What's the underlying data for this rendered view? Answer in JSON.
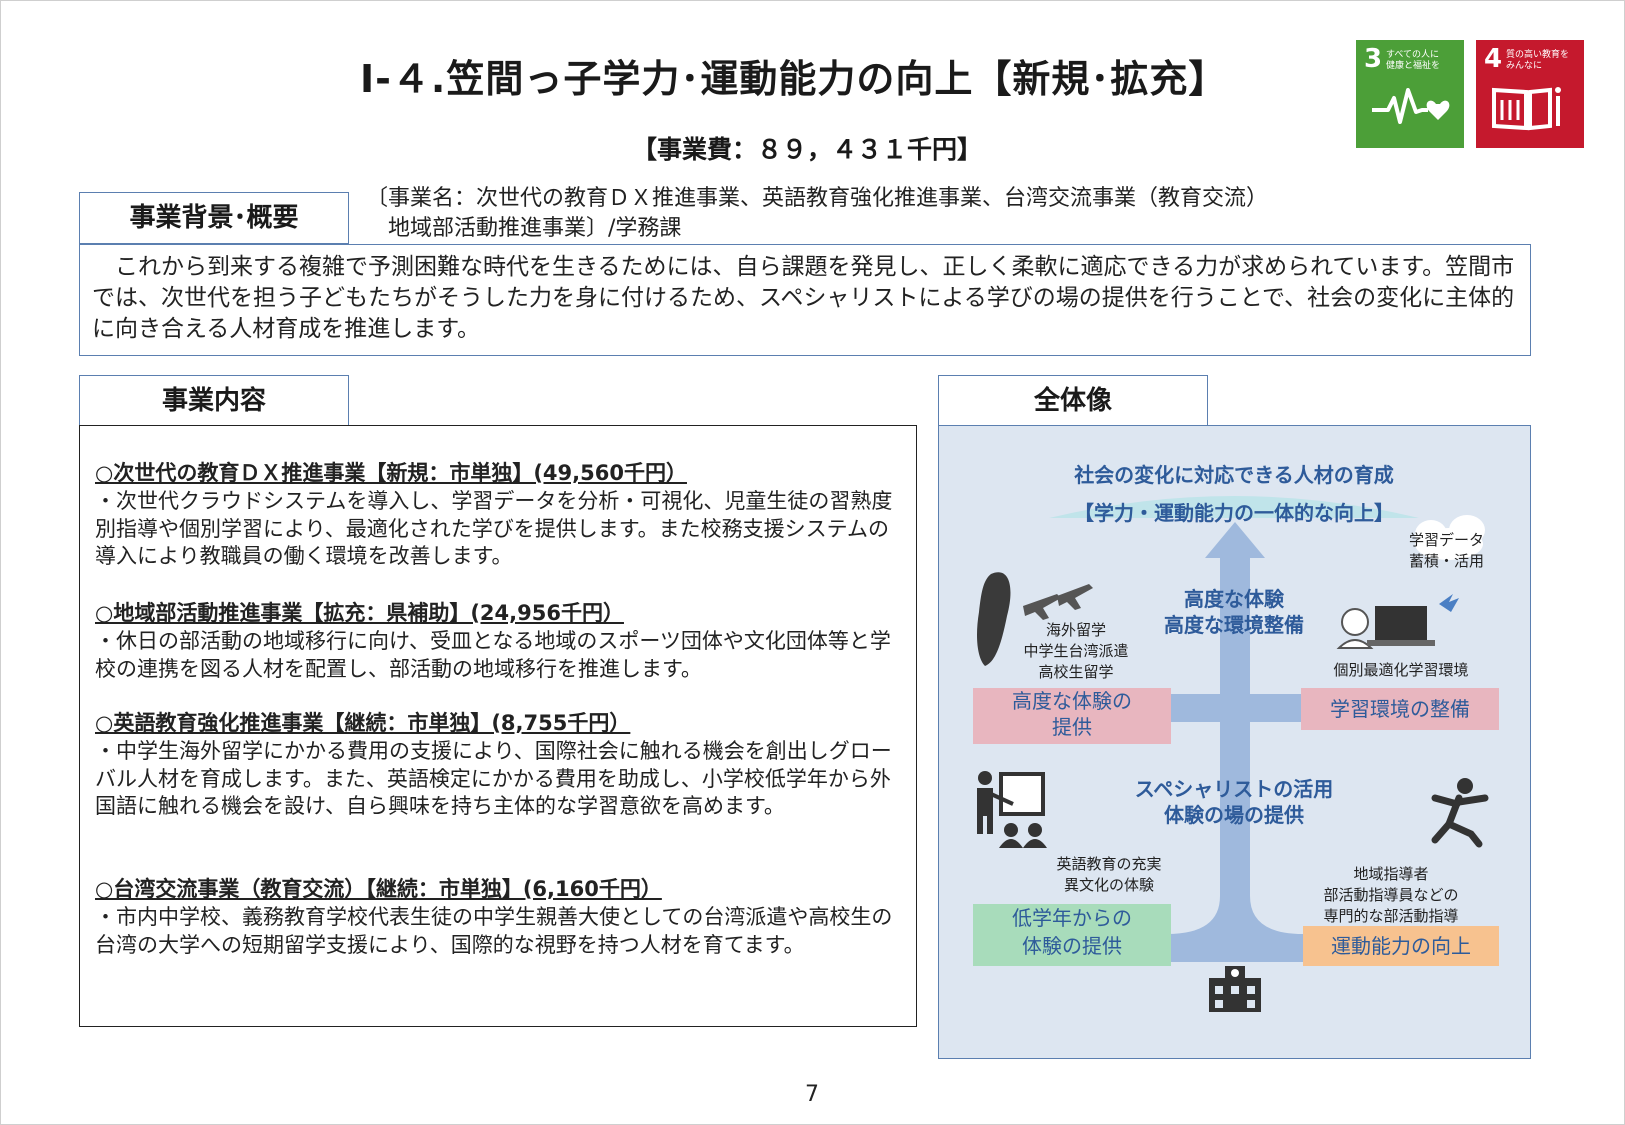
{
  "title": "Ⅰ-４.笠間っ子学力･運動能力の向上【新規･拡充】",
  "cost": "【事業費：８９，４３１千円】",
  "sdgs": [
    {
      "number": "3",
      "text": "すべての人に\n健康と福祉を",
      "icon": "heartbeat-icon",
      "color": "#4c9f38"
    },
    {
      "number": "4",
      "text": "質の高い教育を\nみんなに",
      "icon": "book-icon",
      "color": "#c5192d"
    }
  ],
  "background": {
    "tab": "事業背景･概要",
    "project_name_line1": "〔事業名：次世代の教育ＤＸ推進事業、英語教育強化推進事業、台湾交流事業（教育交流）",
    "project_name_line2": "　地域部活動推進事業〕/学務課",
    "text": "　これから到来する複雑で予測困難な時代を生きるためには、自ら課題を発見し、正しく柔軟に適応できる力が求められています。笠間市では、次世代を担う子どもたちがそうした力を身に付けるため、スペシャリストによる学びの場の提供を行うことで、社会の変化に主体的に向き合える人材育成を推進します。"
  },
  "content": {
    "tab": "事業内容",
    "items": [
      {
        "head": "○次世代の教育ＤＸ推進事業【新規：市単独】(49,560千円）",
        "body": "・次世代クラウドシステムを導入し、学習データを分析・可視化、児童生徒の習熟度別指導や個別学習により、最適化された学びを提供します。また校務支援システムの導入により教職員の働く環境を改善します。"
      },
      {
        "head": "○地域部活動推進事業【拡充：県補助】(24,956千円）",
        "body": "・休日の部活動の地域移行に向け、受皿となる地域のスポーツ団体や文化団体等と学校の連携を図る人材を配置し、部活動の地域移行を推進します。"
      },
      {
        "head": "○英語教育強化推進事業【継続：市単独】(8,755千円）",
        "body": "・中学生海外留学にかかる費用の支援により、国際社会に触れる機会を創出しグローバル人材を育成します。また、英語検定にかかる費用を助成し、小学校低学年から外国語に触れる機会を設け、自ら興味を持ち主体的な学習意欲を高めます。"
      },
      {
        "head": "○台湾交流事業（教育交流）【継続：市単独】(6,160千円）",
        "body": "・市内中学校、義務教育学校代表生徒の中学生親善大使としての台湾派遣や高校生の台湾の大学への短期留学支援により、国際的な視野を持つ人材を育てます。"
      }
    ]
  },
  "overview": {
    "tab": "全体像",
    "goal_line1": "社会の変化に対応できる人材の育成",
    "goal_line2": "【学力・運動能力の一体的な向上】",
    "middle_line1": "高度な体験",
    "middle_line2": "高度な環境整備",
    "lower_line1": "スペシャリストの活用",
    "lower_line2": "体験の場の提供",
    "cloud_text": "学習データ\n蓄積・活用",
    "abroad_text": "海外留学\n中学生台湾派遣\n高校生留学",
    "env_text": "個別最適化学習環境",
    "english_text": "英語教育の充実\n異文化の体験",
    "coach_text": "地域指導者\n部活動指導員などの\n専門的な部活動指導",
    "box_experience": "高度な体験の\n提供",
    "box_environment": "学習環境の整備",
    "box_early": "低学年からの\n体験の提供",
    "box_athletic": "運動能力の向上",
    "colors": {
      "pink": "#e8b6bf",
      "green": "#a8dcbb",
      "orange": "#f7c28f",
      "arrow": "#9fb9dd",
      "heading": "#2e5b9a"
    }
  },
  "page_number": "7"
}
